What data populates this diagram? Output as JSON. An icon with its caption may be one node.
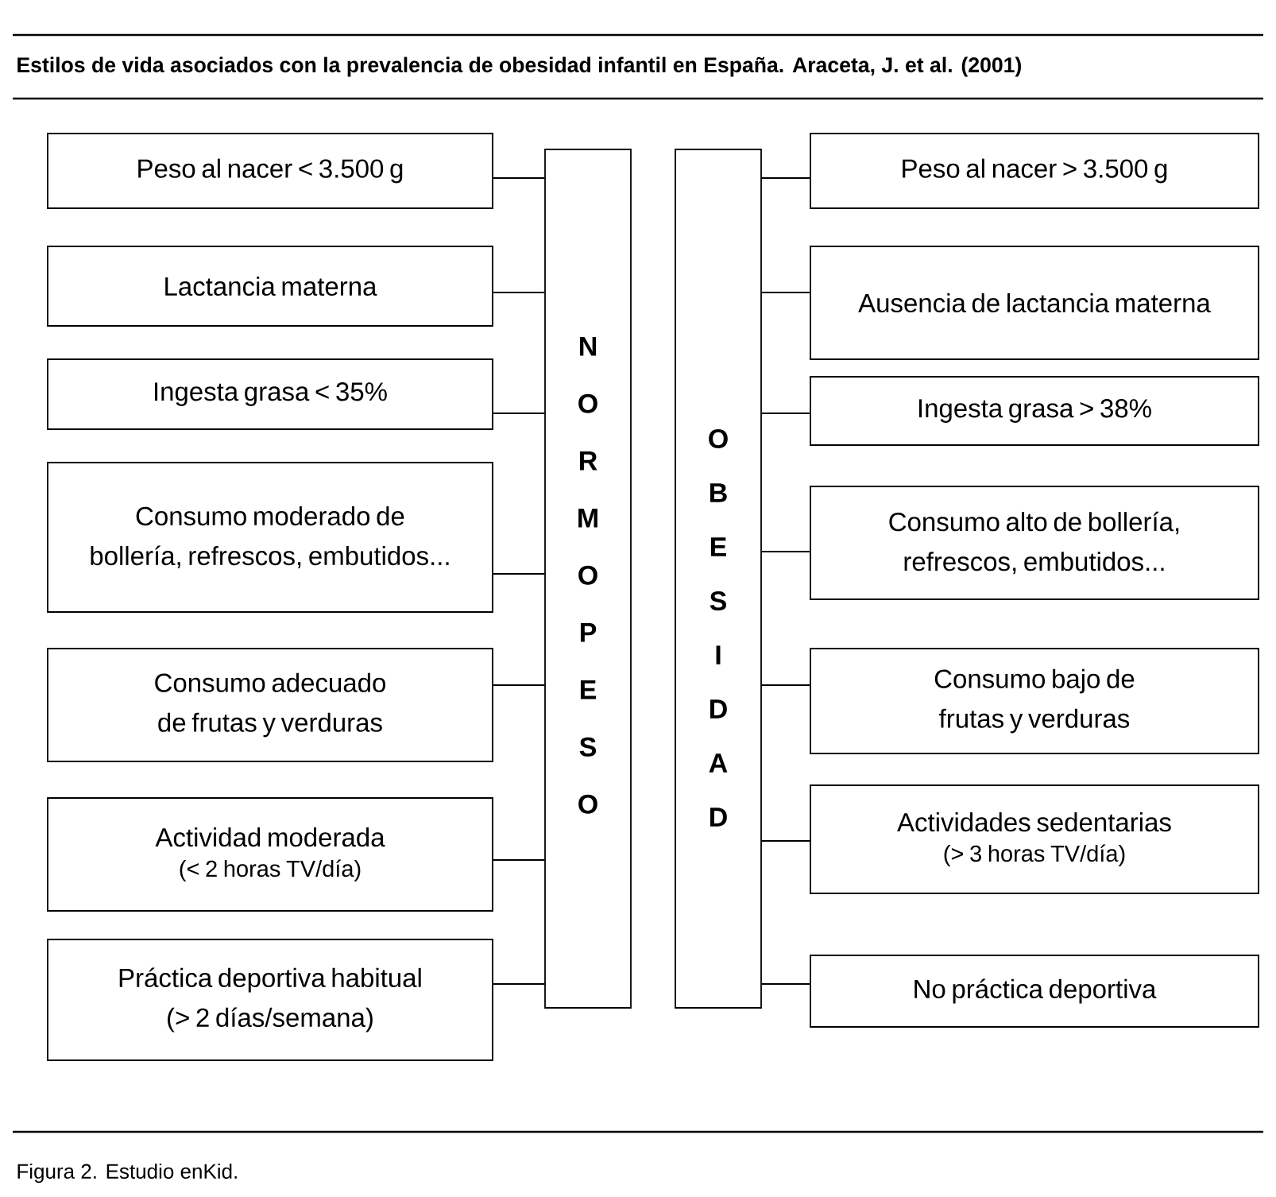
{
  "diagram": {
    "title": "Estilos de vida asociados con la prevalencia de obesidad infantil en España. Araceta, J. et al. (2001)",
    "caption": "Figura 2. Estudio enKid.",
    "nodes": [
      {
        "text": [
          "Peso al nacer < 3.500 g"
        ]
      },
      {
        "text": [
          "Lactancia materna"
        ]
      },
      {
        "text": [
          "Ingesta grasa < 35%"
        ]
      },
      {
        "text": [
          "Consumo moderado de bollería, refrescos, embutidos..."
        ]
      },
      {
        "text": [
          "Consumo adecuado de frutas y verduras"
        ]
      },
      {
        "text": [
          "Actividad moderada",
          "(< 2 horas TV/día)"
        ]
      },
      {
        "text": [
          "Práctica deportiva habitual (> 2 días/semana)"
        ]
      },
      {
        "text": [
          "NORMOPESO"
        ]
      },
      {
        "text": [
          "OBESIDAD"
        ]
      },
      {
        "text": [
          "Peso al nacer > 3.500 g"
        ]
      },
      {
        "text": [
          "Ausencia de lactancia materna"
        ]
      },
      {
        "text": [
          "Ingesta grasa > 38%"
        ]
      },
      {
        "text": [
          "Consumo alto de bollería, refrescos, embutidos..."
        ]
      },
      {
        "text": [
          "Consumo bajo de frutas y verduras"
        ]
      },
      {
        "text": [
          "Actividades sedentarias",
          "(> 3 horas TV/día)"
        ]
      },
      {
        "text": [
          "No práctica deportiva"
        ]
      }
    ],
    "edges": [
      {
        "from": 0,
        "to": 7,
        "arrow": "none"
      },
      {
        "from": 1,
        "to": 7,
        "arrow": "none"
      },
      {
        "from": 2,
        "to": 7,
        "arrow": "none"
      },
      {
        "from": 3,
        "to": 7,
        "arrow": "none"
      },
      {
        "from": 4,
        "to": 7,
        "arrow": "none"
      },
      {
        "from": 5,
        "to": 7,
        "arrow": "none"
      },
      {
        "from": 6,
        "to": 7,
        "arrow": "none"
      },
      {
        "from": 9,
        "to": 8,
        "arrow": "none"
      },
      {
        "from": 10,
        "to": 8,
        "arrow": "none"
      },
      {
        "from": 11,
        "to": 8,
        "arrow": "none"
      },
      {
        "from": 12,
        "to": 8,
        "arrow": "none"
      },
      {
        "from": 13,
        "to": 8,
        "arrow": "none"
      },
      {
        "from": 14,
        "to": 8,
        "arrow": "none"
      },
      {
        "from": 15,
        "to": 8,
        "arrow": "none"
      }
    ]
  }
}
